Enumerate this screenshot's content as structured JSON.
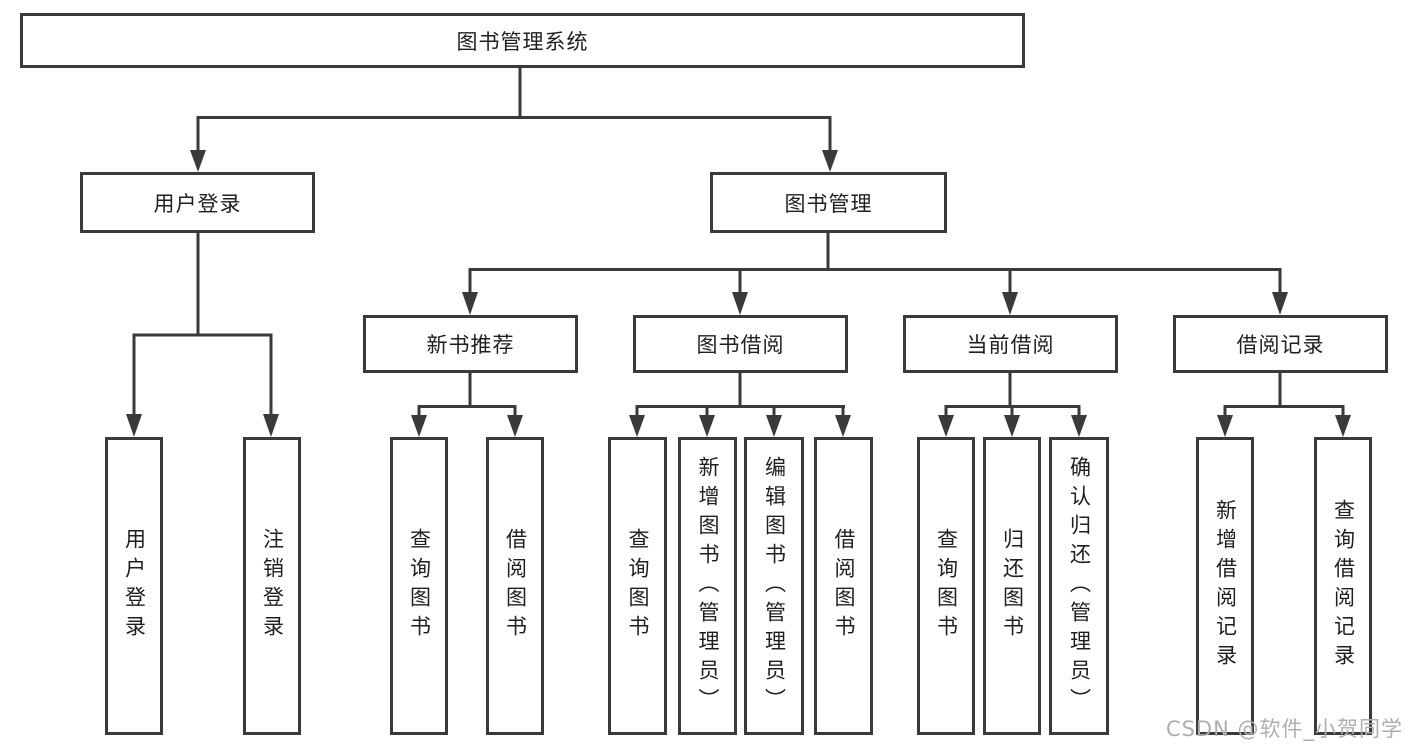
{
  "colors": {
    "line": "#3a3a3a",
    "text": "#1f1f1f",
    "watermark": "#aeaeae",
    "background": "#ffffff"
  },
  "tree": {
    "root": "图书管理系统",
    "level1": [
      {
        "label": "用户登录",
        "children": [
          "用户登录",
          "注销登录"
        ]
      },
      {
        "label": "图书管理",
        "sections": [
          {
            "label": "新书推荐",
            "children": [
              "查询图书",
              "借阅图书"
            ]
          },
          {
            "label": "图书借阅",
            "children": [
              "查询图书",
              "新增图书（管理员）",
              "编辑图书（管理员）",
              "借阅图书"
            ]
          },
          {
            "label": "当前借阅",
            "children": [
              "查询图书",
              "归还图书",
              "确认归还（管理员）"
            ]
          },
          {
            "label": "借阅记录",
            "children": [
              "新增借阅记录",
              "查询借阅记录"
            ]
          }
        ]
      }
    ]
  },
  "watermark": "CSDN @软件_小贺同学"
}
